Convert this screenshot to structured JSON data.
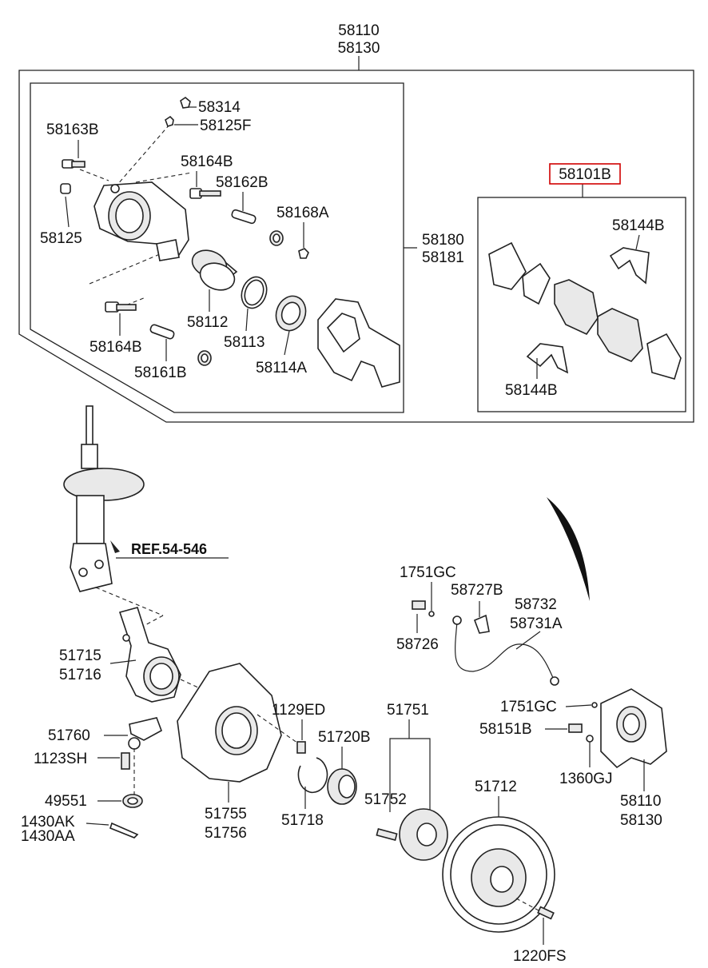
{
  "labels": {
    "caliper_assy_top": [
      "58110",
      "58130"
    ],
    "p58314": "58314",
    "p58125F": "58125F",
    "p58163B": "58163B",
    "p58164B_top": "58164B",
    "p58162B": "58162B",
    "p58125": "58125",
    "p58168A": "58168A",
    "p58180": [
      "58180",
      "58181"
    ],
    "p58112": "58112",
    "p58113": "58113",
    "p58114A": "58114A",
    "p58164B_bottom": "58164B",
    "p58161B": "58161B",
    "p58101B": "58101B",
    "p58144B_top": "58144B",
    "p58144B_bottom": "58144B",
    "ref": "REF.54-546",
    "p1751GC_top": "1751GC",
    "p58727B": "58727B",
    "p58732": [
      "58732",
      "58731A"
    ],
    "p58726": "58726",
    "p51715": [
      "51715",
      "51716"
    ],
    "p1751GC_mid": "1751GC",
    "p1129ED": "1129ED",
    "p51751": "51751",
    "p58151B": "58151B",
    "p51760": "51760",
    "p51720B": "51720B",
    "p1123SH": "1123SH",
    "p1360GJ": "1360GJ",
    "p58110_bottom": [
      "58110",
      "58130"
    ],
    "p51752": "51752",
    "p51712": "51712",
    "p49551": "49551",
    "p1430": [
      "1430AK",
      "1430AA"
    ],
    "p51755": [
      "51755",
      "51756"
    ],
    "p51718": "51718",
    "p1220FS": "1220FS"
  },
  "colors": {
    "line": "#222222",
    "highlight": "#d00000",
    "text": "#111111"
  }
}
